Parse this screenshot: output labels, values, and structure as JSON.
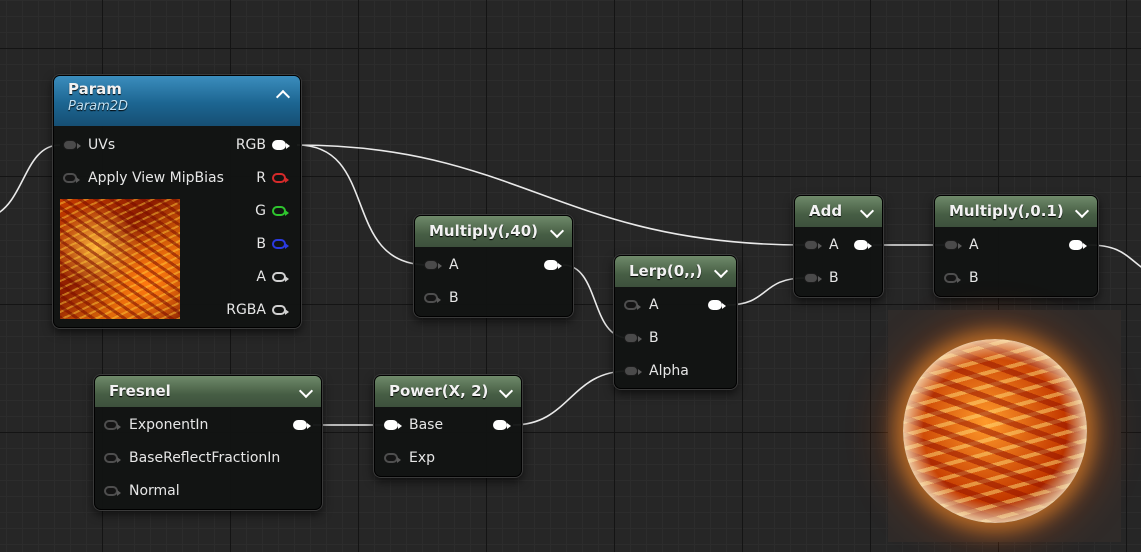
{
  "nodes": {
    "param": {
      "title": "Param",
      "subtitle": "Param2D",
      "inputs": [
        "UVs",
        "Apply View MipBias"
      ],
      "outputs": [
        "RGB",
        "R",
        "G",
        "B",
        "A",
        "RGBA"
      ]
    },
    "multiply40": {
      "title": "Multiply(,40)",
      "inputs": [
        "A",
        "B"
      ]
    },
    "lerp": {
      "title": "Lerp(0,,)",
      "inputs": [
        "A",
        "B",
        "Alpha"
      ]
    },
    "add": {
      "title": "Add",
      "inputs": [
        "A",
        "B"
      ]
    },
    "multiply01": {
      "title": "Multiply(,0.1)",
      "inputs": [
        "A",
        "B"
      ]
    },
    "fresnel": {
      "title": "Fresnel",
      "inputs": [
        "ExponentIn",
        "BaseReflectFractionIn",
        "Normal"
      ]
    },
    "power": {
      "title": "Power(X, 2)",
      "inputs": [
        "Base",
        "Exp"
      ]
    }
  },
  "colors": {
    "canvas": "#262626",
    "node_header": "#465d44",
    "param_header": "#1c6591",
    "pin_r": "#d52a2a",
    "pin_g": "#2ec42e",
    "pin_b": "#2b3ae0"
  },
  "icons": [
    "chevron-down-icon",
    "chevron-up-icon",
    "pin-icon",
    "sphere-preview"
  ]
}
